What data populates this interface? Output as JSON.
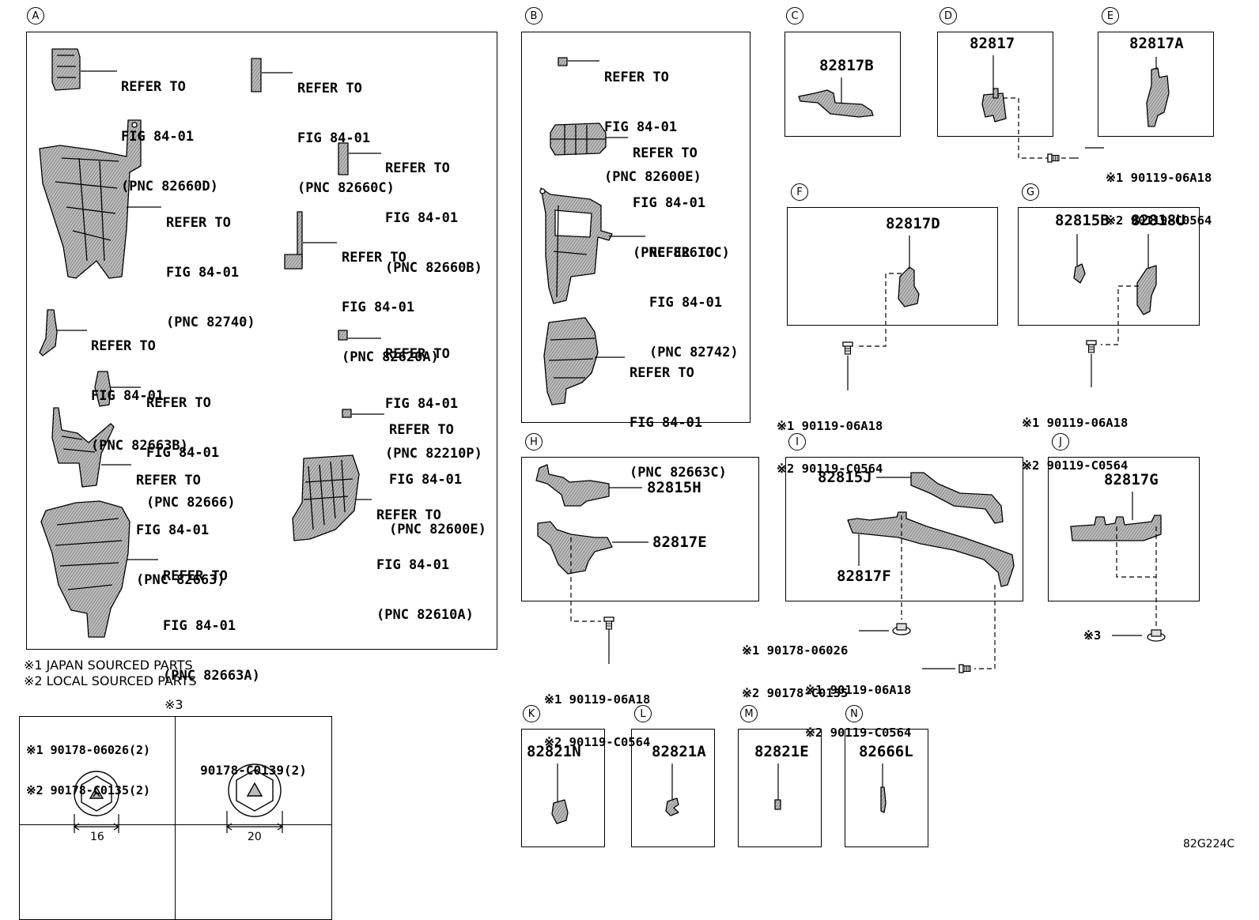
{
  "sections": {
    "A": "A",
    "B": "B",
    "C": "C",
    "D": "D",
    "E": "E",
    "F": "F",
    "G": "G",
    "H": "H",
    "I": "I",
    "J": "J",
    "K": "K",
    "L": "L",
    "M": "M",
    "N": "N"
  },
  "refer_line1": "REFER TO",
  "refer_line2": "FIG 84-01",
  "refs": {
    "a1": "(PNC 82660D)",
    "a2": "(PNC 82660C)",
    "a3": "(PNC 82660B)",
    "a4": "(PNC 82740)",
    "a5": "(PNC 82620A)",
    "a6": "(PNC 82663B)",
    "a7": "(PNC 82210P)",
    "a8": "(PNC 82666)",
    "a9": "(PNC 82600E)",
    "a10": "(PNC 82663)",
    "a11": "(PNC 82610A)",
    "a12": "(PNC 82663A)",
    "b1": "(PNC 82600E)",
    "b2": "(PNC 82610C)",
    "b3": "(PNC 82742)",
    "b4": "(PNC 82663C)"
  },
  "parts": {
    "c": "82817B",
    "d": "82817",
    "e": "82817A",
    "f": "82817D",
    "g1": "82815B",
    "g2": "82818U",
    "h1": "82815H",
    "h2": "82817E",
    "i1": "82815J",
    "i2": "82817F",
    "j": "82817G",
    "k": "82821N",
    "l": "82821A",
    "m": "82821E",
    "n": "82666L"
  },
  "bolts": {
    "b1": "※1 90119-06A18",
    "b2": "※2 90119-C0564",
    "nut1": "※1 90178-06026",
    "nut2": "※2 90178-C0135",
    "n3": "※3"
  },
  "notes": {
    "n1": "※1 JAPAN SOURCED PARTS",
    "n2": "※2 LOCAL SOURCED PARTS"
  },
  "nut_table": {
    "mark": "※3",
    "col1_line1": "※1 90178-06026(2)",
    "col1_line2": "※2 90178-C0135(2)",
    "col2": "90178-C0139(2)",
    "dim1": "16",
    "dim2": "20"
  },
  "figure_code": "82G224C"
}
